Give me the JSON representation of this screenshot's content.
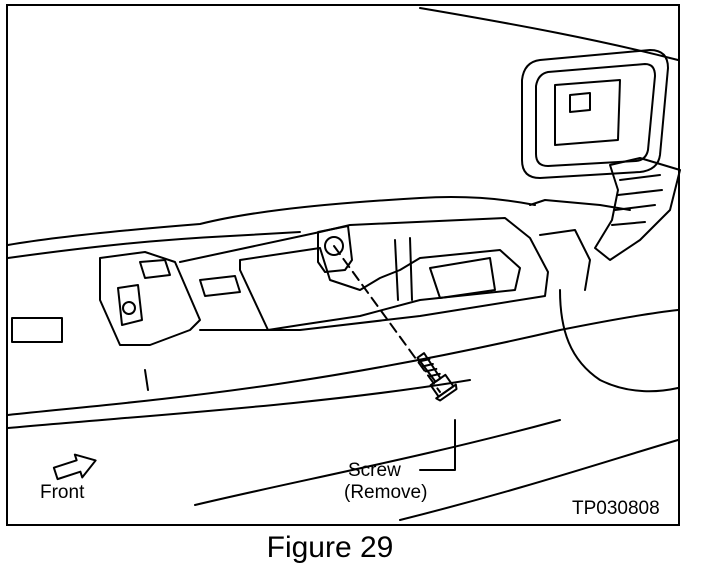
{
  "figure": {
    "caption": "Figure 29",
    "id": "TP030808"
  },
  "callouts": {
    "front": "Front",
    "screw_line1": "Screw",
    "screw_line2": "(Remove)"
  },
  "icons": [
    "front-direction-arrow-icon",
    "screw-icon"
  ]
}
